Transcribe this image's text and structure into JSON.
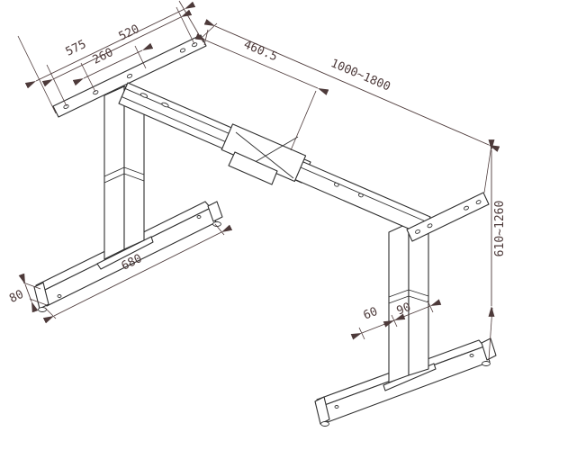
{
  "drawing": {
    "kind": "CAD line drawing",
    "subject": "two-leg height-adjustable standing desk frame with telescopic crossbeam",
    "colors": {
      "background": "#ffffff",
      "frame_lines": "#2f2f2f",
      "dimension_lines": "#4d3a3a"
    },
    "dimensions": {
      "top_plate_length": "575",
      "top_plate_hole_span": "520",
      "top_plate_inner_span": "260",
      "crossbeam_fixed_section": "460.5",
      "crossbeam_length_range": "1000~1800",
      "frame_height_range": "610~1260",
      "foot_length": "680",
      "foot_height": "80",
      "leg_column_depth": "60",
      "leg_column_width": "90"
    }
  }
}
